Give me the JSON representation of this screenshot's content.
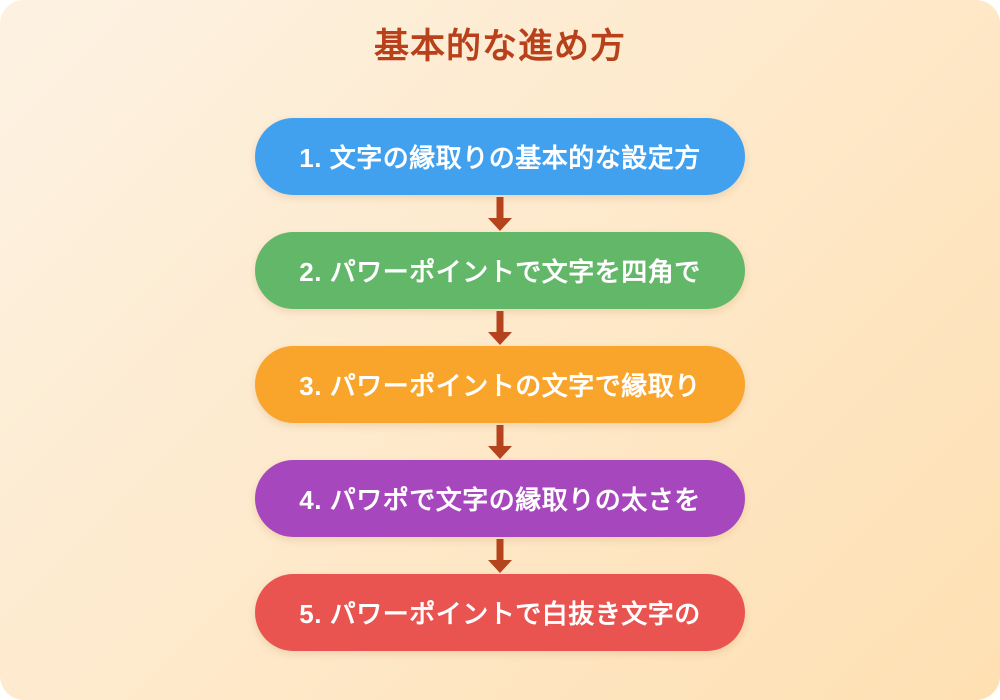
{
  "page": {
    "title": "基本的な進め方",
    "colors": {
      "background_start": "#fdf2e3",
      "background_end": "#fee0b2",
      "title": "#b8411b",
      "arrow": "#b5431d",
      "step_text": "#ffffff"
    },
    "icons": {
      "connector": "arrow-down-icon"
    }
  },
  "flow": {
    "steps": [
      {
        "label": "1. 文字の縁取りの基本的な設定方",
        "color": "#42a1ef"
      },
      {
        "label": "2. パワーポイントで文字を四角で",
        "color": "#63b768"
      },
      {
        "label": "3. パワーポイントの文字で縁取り",
        "color": "#f9a52b"
      },
      {
        "label": "4. パワポで文字の縁取りの太さを",
        "color": "#a747bd"
      },
      {
        "label": "5. パワーポイントで白抜き文字の",
        "color": "#e95350"
      }
    ]
  }
}
